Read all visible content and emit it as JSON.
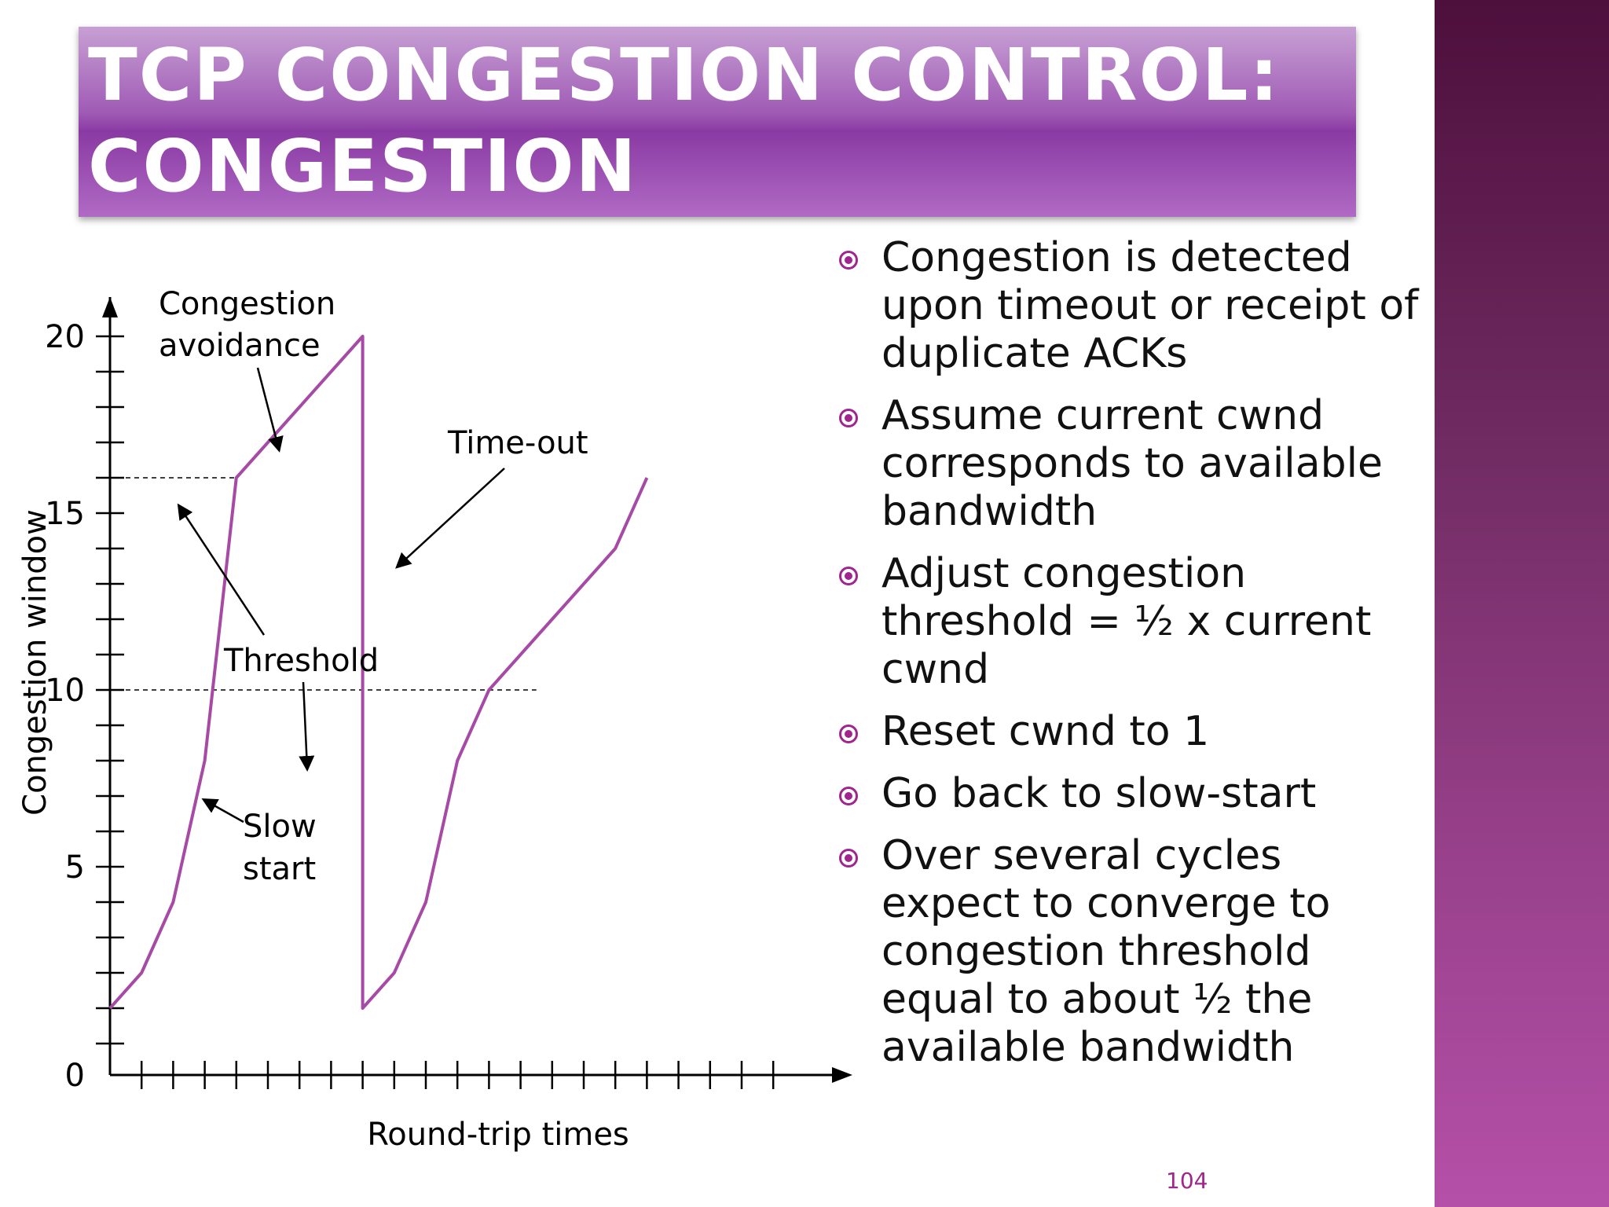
{
  "title": {
    "line1": "TCP CONGESTION CONTROL:",
    "line2": "CONGESTION"
  },
  "bullets": [
    "Congestion is detected upon timeout or receipt of duplicate ACKs",
    "Assume current cwnd corresponds to available bandwidth",
    "Adjust congestion threshold = ½ x current cwnd",
    "Reset cwnd to 1",
    "Go back to slow-start",
    "Over several cycles expect to converge to congestion threshold equal to about ½ the available bandwidth"
  ],
  "page_number": "104",
  "colors": {
    "accent": "#a0258f",
    "curve": "#a64aa6",
    "title_text": "#ffffff"
  },
  "icons": {
    "bullet": "circle-dot-icon"
  },
  "chart_data": {
    "type": "line",
    "xlabel": "Round-trip times",
    "ylabel": "Congestion window",
    "yticks": [
      0,
      5,
      10,
      15,
      20
    ],
    "ylim": [
      0,
      20
    ],
    "y_minor_step": 1,
    "x_minor_ticks": 21,
    "grid": false,
    "series": [
      {
        "x": [
          0,
          1,
          2,
          3,
          4,
          5,
          6,
          7,
          8,
          8,
          9,
          10,
          11,
          12,
          13,
          14,
          15,
          16,
          17
        ],
        "y": [
          1,
          2,
          4,
          8,
          16,
          17,
          18,
          19,
          20,
          1,
          2,
          4,
          8,
          10,
          11,
          12,
          13,
          14,
          16
        ]
      }
    ],
    "thresholds": [
      {
        "y": 16,
        "x_end": 4
      },
      {
        "y": 10,
        "x_end": 13.5
      }
    ],
    "annotations": {
      "congestion_avoidance": [
        "Congestion",
        "avoidance"
      ],
      "time_out": "Time-out",
      "threshold": "Threshold",
      "slow_start": [
        "Slow",
        "start"
      ]
    }
  }
}
